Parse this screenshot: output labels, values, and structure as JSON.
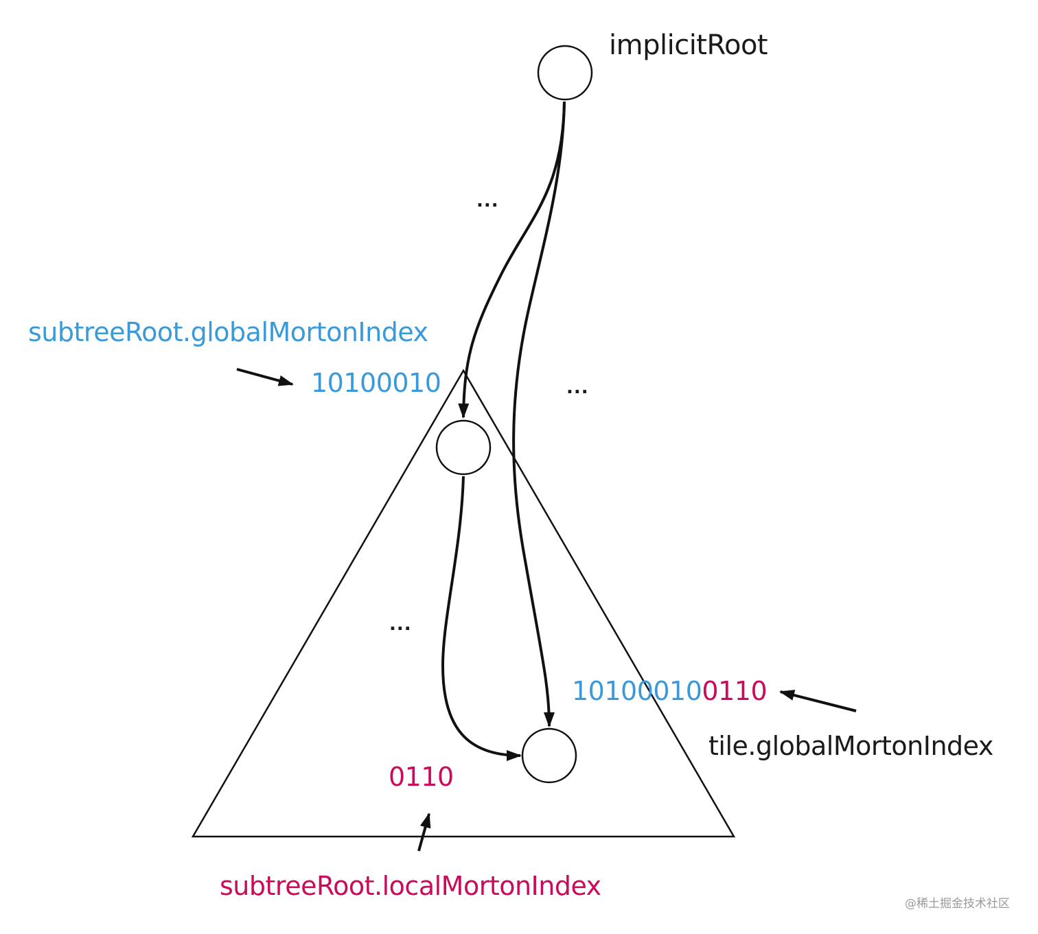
{
  "diagram": {
    "type": "implicit-tiling-morton-index-tree",
    "nodes": [
      {
        "id": "implicit-root",
        "label": "implicitRoot"
      },
      {
        "id": "subtree-root",
        "label": ""
      },
      {
        "id": "tile",
        "label": ""
      }
    ],
    "edges": [
      {
        "from": "implicit-root",
        "to": "subtree-root",
        "style": "curved-arrow"
      },
      {
        "from": "implicit-root",
        "to": "tile",
        "style": "curved-arrow"
      },
      {
        "from": "subtree-root",
        "to": "tile",
        "style": "curved-arrow"
      }
    ],
    "labels": {
      "implicit_root": "implicitRoot",
      "subtree_global_title": "subtreeRoot.globalMortonIndex",
      "subtree_global_value": "10100010",
      "tile_global_blue_part": "10100010",
      "tile_global_red_part": "0110",
      "tile_global_title": "tile.globalMortonIndex",
      "local_value": "0110",
      "local_title": "subtreeRoot.localMortonIndex",
      "ellipsis_top": "...",
      "ellipsis_right": "...",
      "ellipsis_inside": "..."
    },
    "colors": {
      "global_index": "#3a9ad9",
      "local_index": "#cc0a5c",
      "stroke": "#111111"
    }
  },
  "watermark": "@稀土掘金技术社区"
}
